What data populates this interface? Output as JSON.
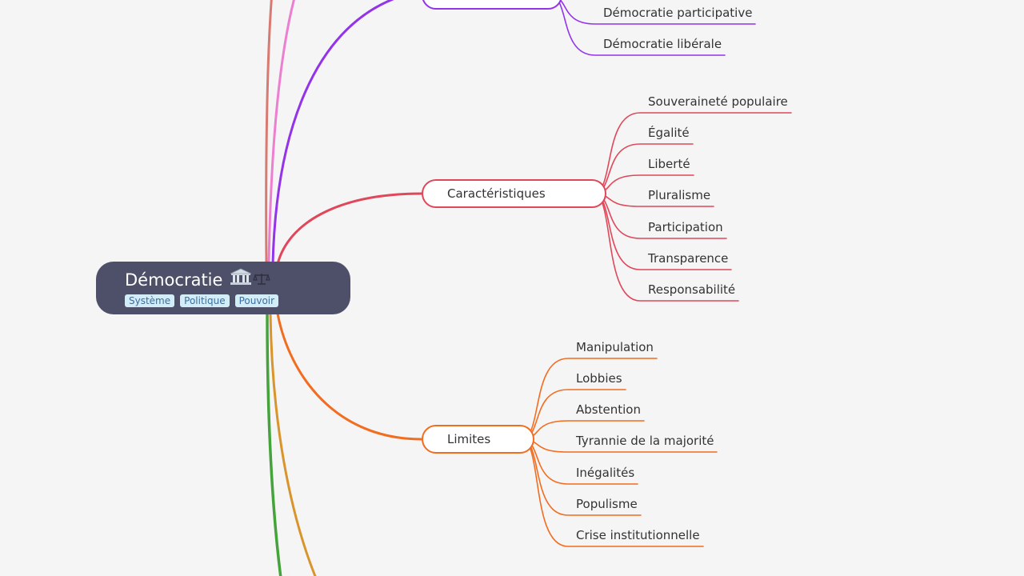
{
  "root": {
    "title": "Démocratie",
    "icons": [
      "classical-building-icon",
      "balance-scale-icon"
    ],
    "tags": [
      "Système",
      "Politique",
      "Pouvoir"
    ]
  },
  "branches": [
    {
      "id": "types",
      "label": "",
      "color": "#9333ea",
      "children": [
        "Démocratie participative",
        "Démocratie libérale"
      ]
    },
    {
      "id": "caracteristiques",
      "label": "Caractéristiques",
      "color": "#e0475a",
      "children": [
        "Souveraineté populaire",
        "Égalité",
        "Liberté",
        "Pluralisme",
        "Participation",
        "Transparence",
        "Responsabilité"
      ]
    },
    {
      "id": "limites",
      "label": "Limites",
      "color": "#f26d1f",
      "children": [
        "Manipulation",
        "Lobbies",
        "Abstention",
        "Tyrannie de la majorité",
        "Inégalités",
        "Populisme",
        "Crise institutionnelle"
      ]
    }
  ],
  "offscreen_branch_colors": [
    "#d87a72",
    "#ec7fd0",
    "#44a33a",
    "#d9942c"
  ]
}
